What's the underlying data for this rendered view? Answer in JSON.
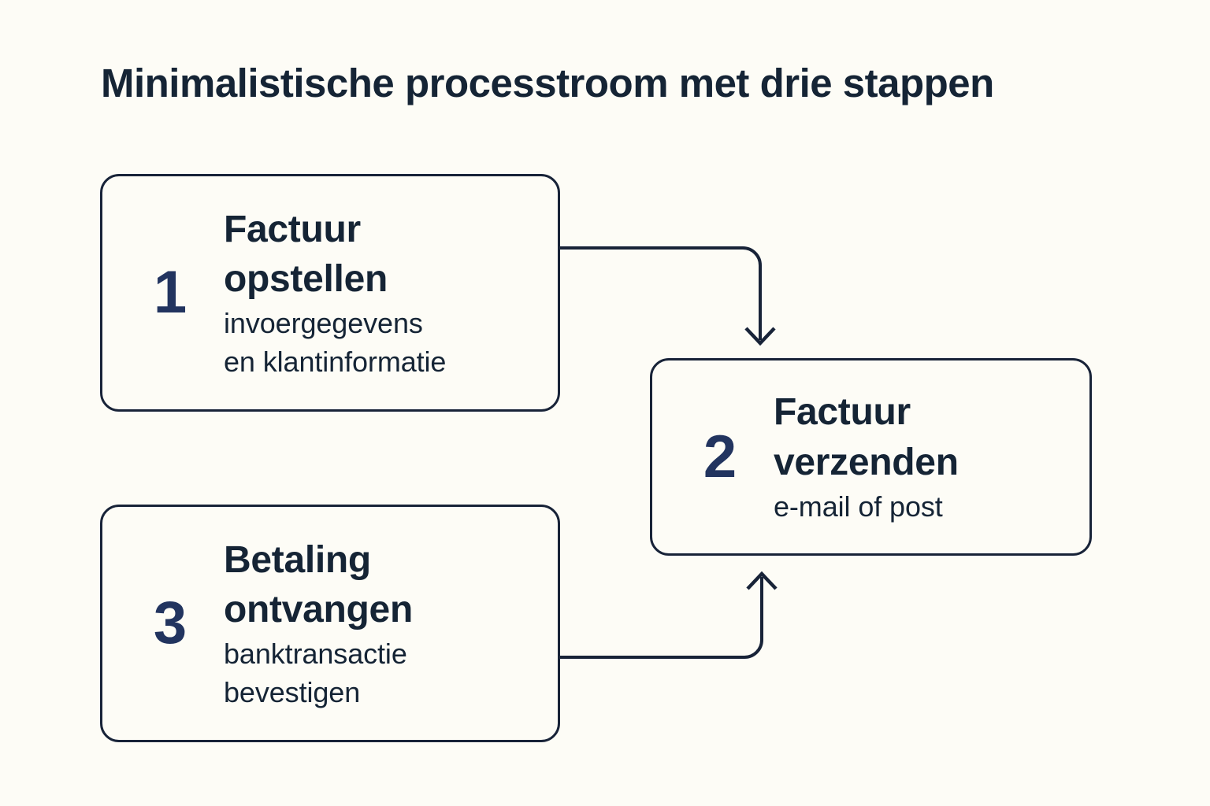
{
  "page": {
    "title": "Minimalistische processtroom met drie stappen",
    "background_color": "#fdfcf6",
    "ink_color": "#152435",
    "number_color": "#22345f",
    "border_color": "#182338"
  },
  "diagram": {
    "type": "flowchart",
    "steps": [
      {
        "number": "1",
        "title": "Factuur opstellen",
        "title_line_1": "Factuur",
        "title_line_2": "opstellen",
        "subtitle_line_1": "invoergegevens",
        "subtitle_line_2": "en klantinformatie"
      },
      {
        "number": "2",
        "title": "Factuur verzenden",
        "title_line_1": "Factuur",
        "title_line_2": "verzenden",
        "subtitle_line_1": "e-mail of post",
        "subtitle_line_2": ""
      },
      {
        "number": "3",
        "title": "Betaling ontvangen",
        "title_line_1": "Betaling",
        "title_line_2": "ontvangen",
        "subtitle_line_1": "banktransactie",
        "subtitle_line_2": "bevestigen"
      }
    ],
    "connectors": [
      {
        "from": "1",
        "to": "2",
        "direction": "down",
        "arrowhead": "arrow-down"
      },
      {
        "from": "3",
        "to": "2",
        "direction": "up",
        "arrowhead": "arrow-up"
      }
    ]
  }
}
